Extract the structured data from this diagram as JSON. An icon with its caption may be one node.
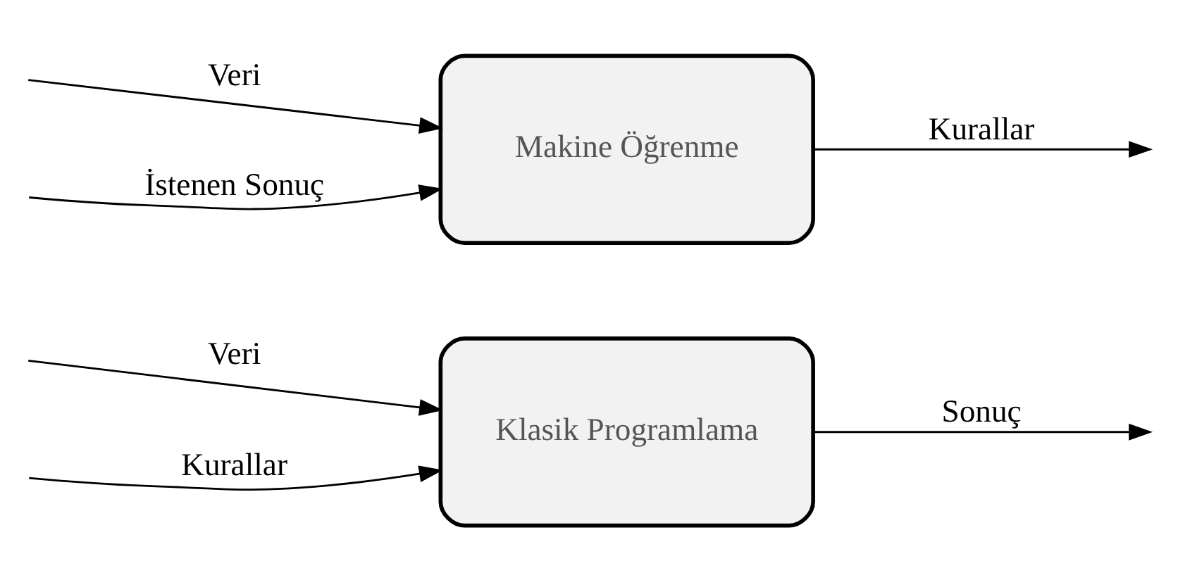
{
  "diagram": {
    "nodes": [
      {
        "text": [
          "Klasik Programlama"
        ]
      },
      {
        "text": [
          "Makine Öğrenme"
        ]
      }
    ],
    "edges": [
      {
        "from": null,
        "to": 0,
        "arrow": "to",
        "label": "Veri"
      },
      {
        "from": null,
        "to": 0,
        "arrow": "to",
        "label": "Kurallar"
      },
      {
        "from": 0,
        "to": null,
        "arrow": "to",
        "label": "Sonuç"
      },
      {
        "from": null,
        "to": 1,
        "arrow": "to",
        "label": "Veri"
      },
      {
        "from": null,
        "to": 1,
        "arrow": "to",
        "label": "İstenen Sonuç"
      },
      {
        "from": 1,
        "to": null,
        "arrow": "to",
        "label": "Kurallar"
      }
    ]
  }
}
